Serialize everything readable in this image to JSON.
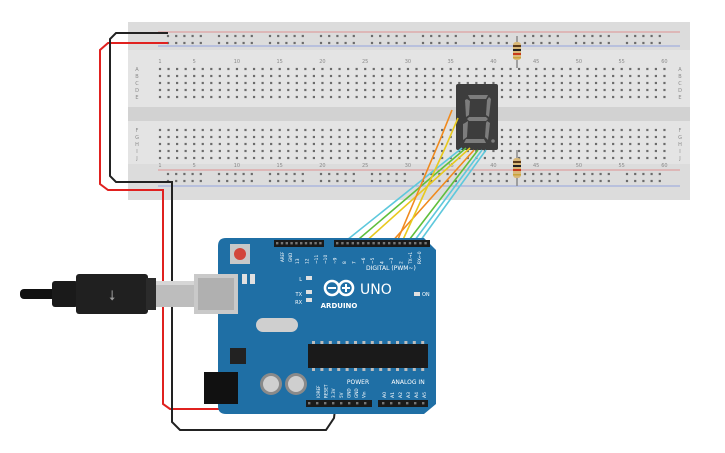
{
  "breadboard": {
    "column_numbers": [
      "1",
      "5",
      "10",
      "15",
      "20",
      "25",
      "30",
      "35",
      "40",
      "45",
      "50",
      "55",
      "60"
    ],
    "row_letters_top": [
      "A",
      "B",
      "C",
      "D",
      "E"
    ],
    "row_letters_bottom": [
      "F",
      "G",
      "H",
      "I",
      "J"
    ]
  },
  "display": {
    "digit": "8"
  },
  "arduino": {
    "brand": "ARDUINO",
    "model": "UNO",
    "digital_label": "DIGITAL (PWM~)",
    "power_label": "POWER",
    "analog_label": "ANALOG IN",
    "on_label": "ON",
    "tx_label": "TX",
    "rx_label": "RX",
    "l_label": "L",
    "aref_label": "AREF",
    "gnd_label": "GND",
    "digital_pins": [
      "13",
      "12",
      "~11",
      "~10",
      "~9",
      "8",
      "7",
      "~6",
      "~5",
      "4",
      "~3",
      "2",
      "TX→1",
      "RX←0"
    ],
    "power_pins": [
      "IOREF",
      "RESET",
      "3.3V",
      "5V",
      "GND",
      "GND",
      "Vin"
    ],
    "analog_pins": [
      "A0",
      "A1",
      "A2",
      "A3",
      "A4",
      "A5"
    ]
  },
  "colors": {
    "board_blue": "#1f6fa5",
    "breadboard": "#e6e6e6",
    "wire_red": "#e0211f",
    "wire_black": "#222222",
    "wire_green": "#5fbf3c",
    "wire_orange": "#f08a1d",
    "wire_yellow": "#e8c91e",
    "wire_cyan": "#5ec8dc",
    "display_body": "#3a3a3a"
  }
}
